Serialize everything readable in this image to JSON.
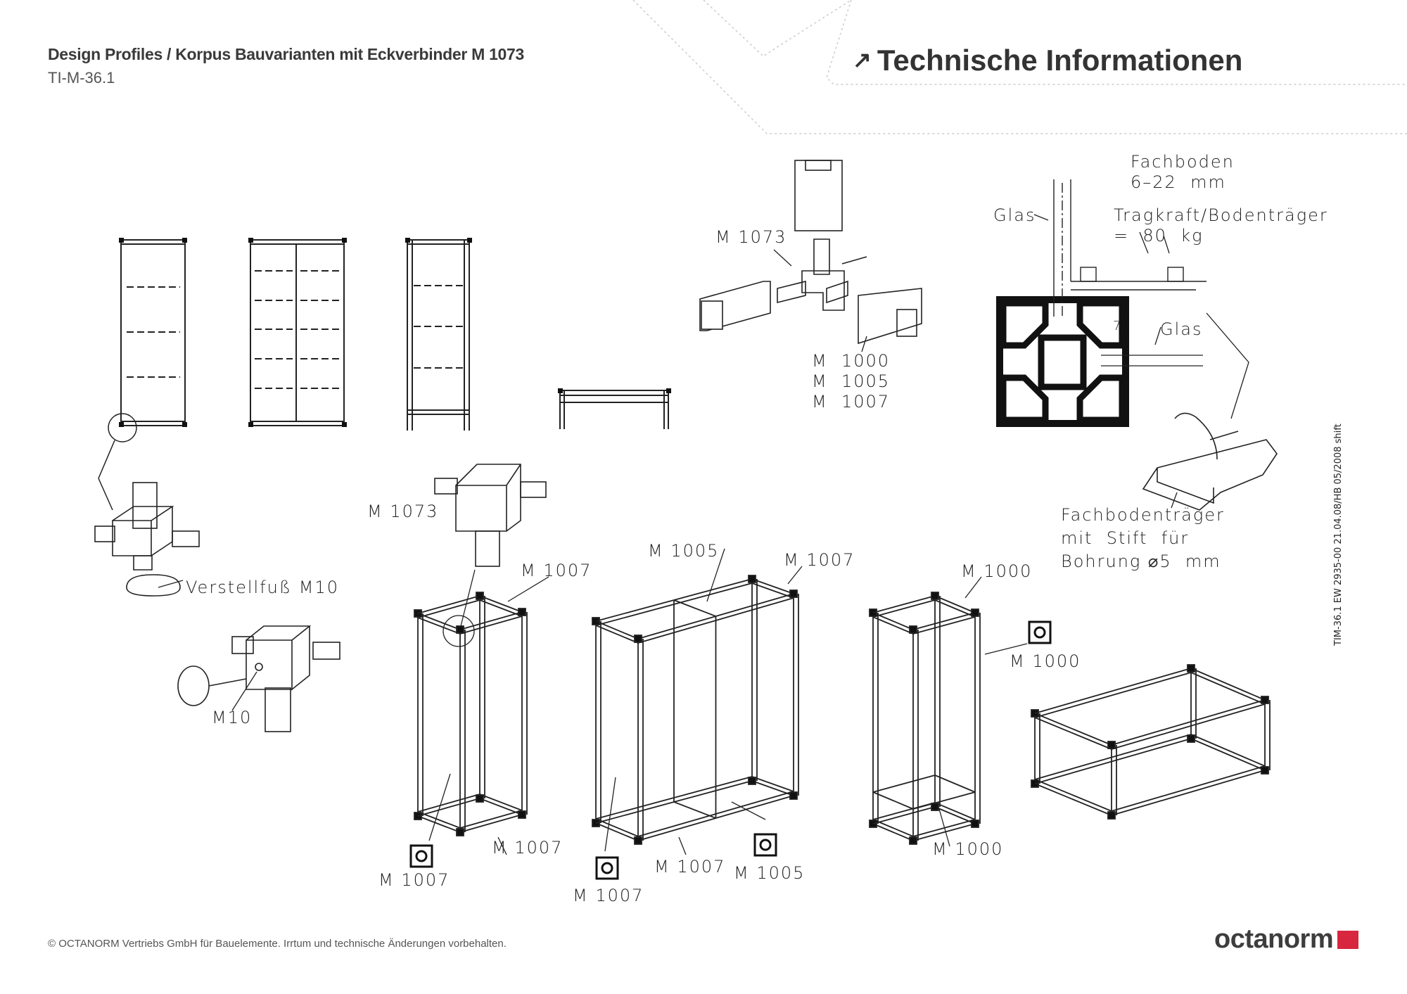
{
  "header": {
    "title": "Design Profiles / Korpus Bauvarianten mit Eckverbinder M 1073",
    "doc_id": "TI-M-36.1",
    "section_arrow": "↗",
    "section_title": "Technische Informationen"
  },
  "labels": {
    "fachboden": "Fachboden\n6–22  mm",
    "glas_top": "Glas",
    "tragkraft": "Tragkraft/Bodenträger\n=  80  kg",
    "glas_side": "Glas",
    "dim_7": "7",
    "fachbodentraeger": "Fachbodenträger\nmit  Stift  für\nBohrung ⌀5  mm",
    "m1073_top": "M  1073",
    "profiles_list": "M  1000\nM  1005\nM  1007",
    "verstellfuss": "Verstellfuß  M10",
    "m10": "M10",
    "m1073_mid": "M  1073",
    "m1007_a": "M  1007",
    "m1005_a": "M  1005",
    "m1007_b": "M  1007",
    "m1000_a": "M  1000",
    "m1000_b": "M  1000",
    "m1007_c": "M  1007",
    "m1007_d": "M  1007",
    "m1007_e": "M  1007",
    "m1005_b": "M  1005",
    "m1007_f": "M  1007",
    "m1000_c": "M  1000"
  },
  "side_note": "TIM-36.1  EW 2935-00  21.04.08/HB  05/2008 shift",
  "footer": {
    "copyright": "© OCTANORM Vertriebs GmbH für Bauelemente. Irrtum und technische Änderungen vorbehalten.",
    "logo": "octanorm",
    "logo_color": "#d7263d"
  }
}
